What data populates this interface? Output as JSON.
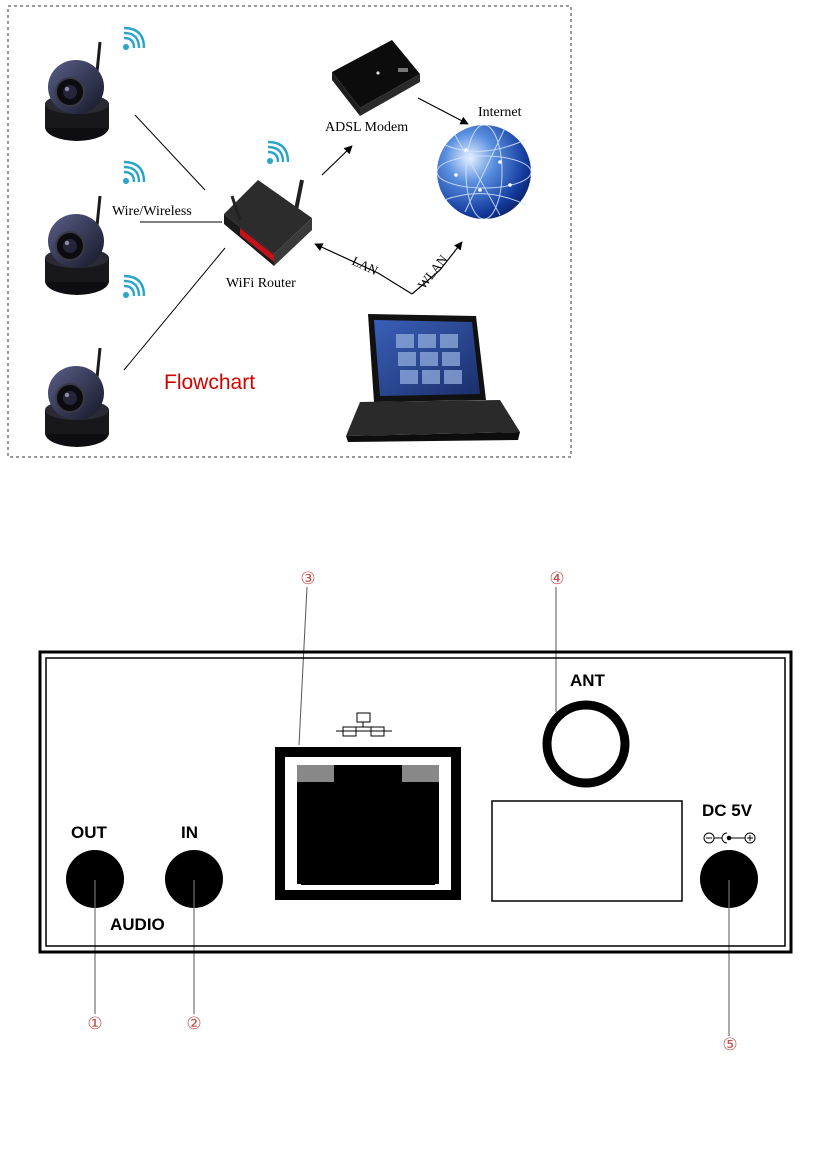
{
  "flowchart": {
    "title": "Flowchart",
    "title_color": "#d40000",
    "labels": {
      "wire_wireless": "Wire/Wireless",
      "adsl_modem": "ADSL Modem",
      "internet": "Internet",
      "wifi_router": "WiFi Router",
      "lan": "LAN",
      "wlan": "WLAN"
    },
    "devices": [
      "ip-camera",
      "ip-camera",
      "ip-camera",
      "wifi-router",
      "adsl-modem",
      "globe",
      "laptop"
    ],
    "icons": [
      "wifi-signal-icon"
    ]
  },
  "rear_panel": {
    "labels": {
      "out": "OUT",
      "in": "IN",
      "audio": "AUDIO",
      "ant": "ANT",
      "dc": "DC 5V"
    },
    "callouts": [
      "①",
      "②",
      "③",
      "④",
      "⑤"
    ],
    "icons": [
      "network-icon",
      "dc-polarity-icon"
    ]
  }
}
